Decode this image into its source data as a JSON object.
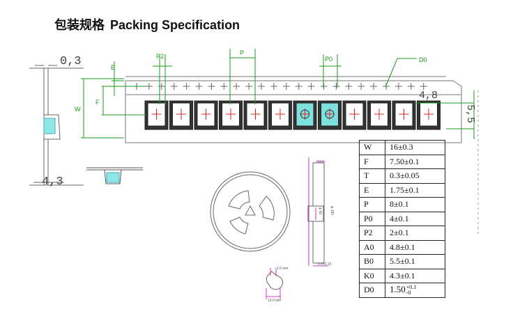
{
  "header": {
    "title_cn": "包装规格",
    "title_en": "Packing Specification"
  },
  "colors": {
    "dimension_green": "#1a9a1a",
    "cross_red": "#e02020",
    "magenta": "#c000c0",
    "cyan": "#7fe0e0",
    "line": "#666666"
  },
  "drawing": {
    "side_top_dim": "0,3",
    "side_bottom_dim": "4,3",
    "label_e": "E",
    "label_f": "F",
    "label_w": "W",
    "label_p2": "P2",
    "label_p": "P",
    "label_p0": "P0",
    "label_d0": "D0",
    "dim_a0": "4,8",
    "dim_b0": "5,5",
    "reel_top_dim": "13.5",
    "reel_hub_dim": "φ 60",
    "reel_dia_dim": "φ 180",
    "reel_bottom_dim": "2.0±0.15",
    "arbor_top_dim": "1.5 min",
    "arbor_bottom_dim": "13.0 min"
  },
  "spec_table": [
    {
      "symbol": "W",
      "value": "16±0.3"
    },
    {
      "symbol": "F",
      "value": "7.50±0.1"
    },
    {
      "symbol": "T",
      "value": "0.3±0.05"
    },
    {
      "symbol": "E",
      "value": "1.75±0.1"
    },
    {
      "symbol": "P",
      "value": "8±0.1"
    },
    {
      "symbol": "P0",
      "value": "4±0.1"
    },
    {
      "symbol": "P2",
      "value": "2±0.1"
    },
    {
      "symbol": "A0",
      "value": "4.8±0.1"
    },
    {
      "symbol": "B0",
      "value": "5.5±0.1"
    },
    {
      "symbol": "K0",
      "value": "4.3±0.1"
    },
    {
      "symbol": "D0",
      "value": "1.50",
      "tol_plus": "+0.1",
      "tol_minus": "-0"
    }
  ]
}
